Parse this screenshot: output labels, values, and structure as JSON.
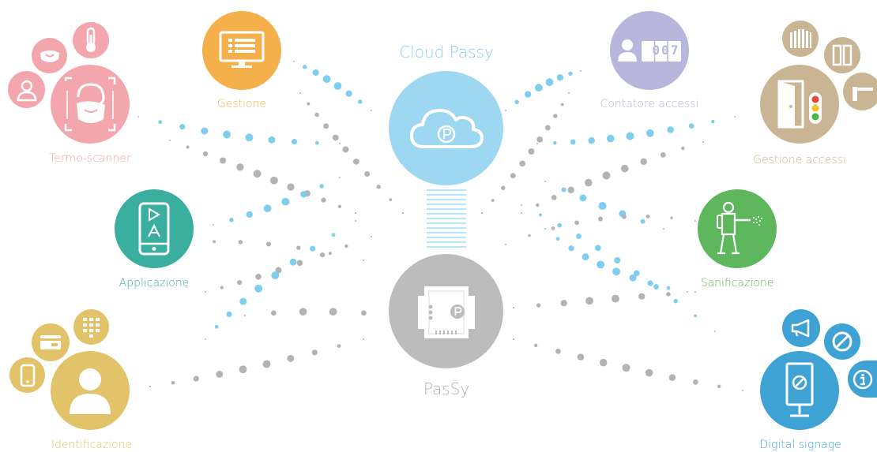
{
  "center": {
    "cloud_title": "Cloud Passy",
    "device_title": "PasSy"
  },
  "nodes": {
    "gestione": "Gestione",
    "termo": "Termo-scanner",
    "applicazione": "Applicazione",
    "identificazione": "Identificazione",
    "contatore": "Contatore accessi",
    "contatore_digits": "007",
    "gestione_accessi": "Gestione accessi",
    "sanificazione": "Sanificazione",
    "digital": "Digital signage"
  },
  "colors": {
    "cloud": "#9dd7f2",
    "device": "#bcbcbc",
    "gestione": "#f5b04c",
    "termo": "#f4a6ae",
    "applicazione": "#3aae9f",
    "identificazione": "#e2c36a",
    "contatore": "#b9b6dd",
    "gestione_accessi": "#c9b593",
    "sanificazione": "#5eb75c",
    "digital": "#3ea3d4",
    "dot_blue": "#7fcdf0",
    "dot_grey": "#b3b3b3"
  }
}
